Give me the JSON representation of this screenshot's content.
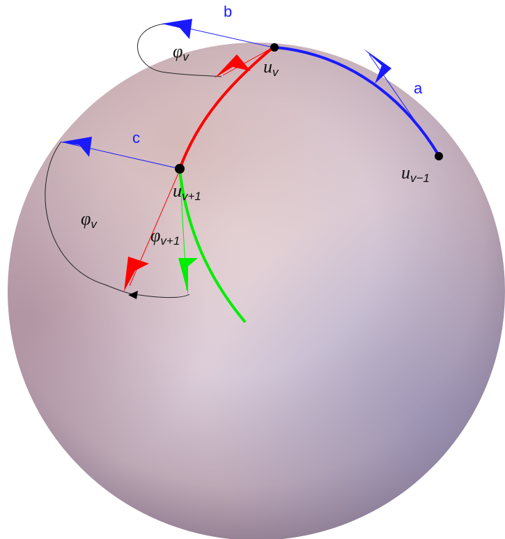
{
  "labels": {
    "a": "a",
    "b": "b",
    "c": "c",
    "u_v_base": "u",
    "u_v_sub": "v",
    "u_vm1_base": "u",
    "u_vm1_sub": "v−1",
    "u_vp1_base": "u",
    "u_vp1_sub": "v+1",
    "phi_v_top_base": "φ",
    "phi_v_top_sub": "v",
    "phi_v_left_base": "φ",
    "phi_v_left_sub": "v",
    "phi_vp1_base": "φ",
    "phi_vp1_sub": "v+1"
  },
  "colors": {
    "sphere_light": "#ece0e8",
    "sphere_pink": "#c8a4a4",
    "sphere_blue": "#9a9ab8",
    "sphere_dark": "#7e6a7e",
    "blue": "#1a1aff",
    "red": "#ff0000",
    "green": "#00ee00",
    "black": "#000000"
  }
}
